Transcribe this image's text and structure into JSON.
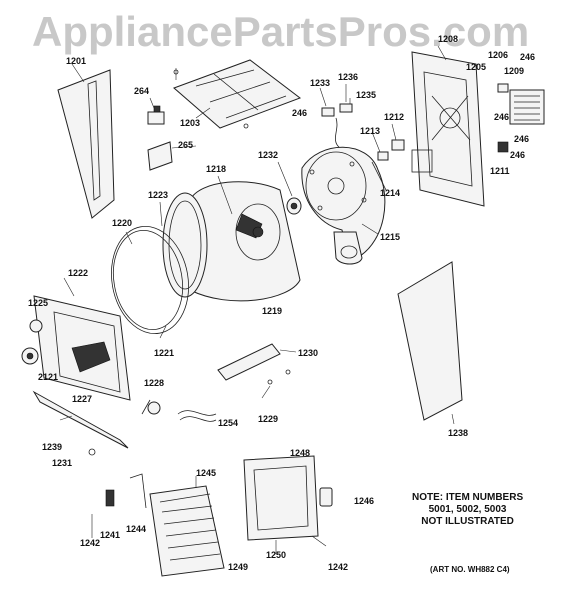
{
  "watermark": "AppliancePartsPros.com",
  "note": {
    "line1": "NOTE: ITEM NUMBERS",
    "line2": "5001, 5002, 5003",
    "line3": "NOT ILLUSTRATED"
  },
  "art_no": "(ART NO. WH882 C4)",
  "callouts": [
    "1201",
    "264",
    "1203",
    "265",
    "1233",
    "1236",
    "246",
    "1235",
    "1218",
    "1232",
    "1223",
    "1220",
    "1222",
    "1225",
    "2121",
    "1227",
    "1239",
    "1231",
    "1221",
    "1219",
    "1228",
    "1254",
    "1229",
    "1230",
    "1215",
    "1214",
    "1213",
    "1212",
    "1208",
    "1206",
    "246",
    "1205",
    "1209",
    "246",
    "246",
    "1211",
    "1238",
    "1245",
    "1244",
    "1241",
    "1242",
    "1249",
    "1248",
    "1250",
    "1246",
    "1242",
    "246"
  ]
}
